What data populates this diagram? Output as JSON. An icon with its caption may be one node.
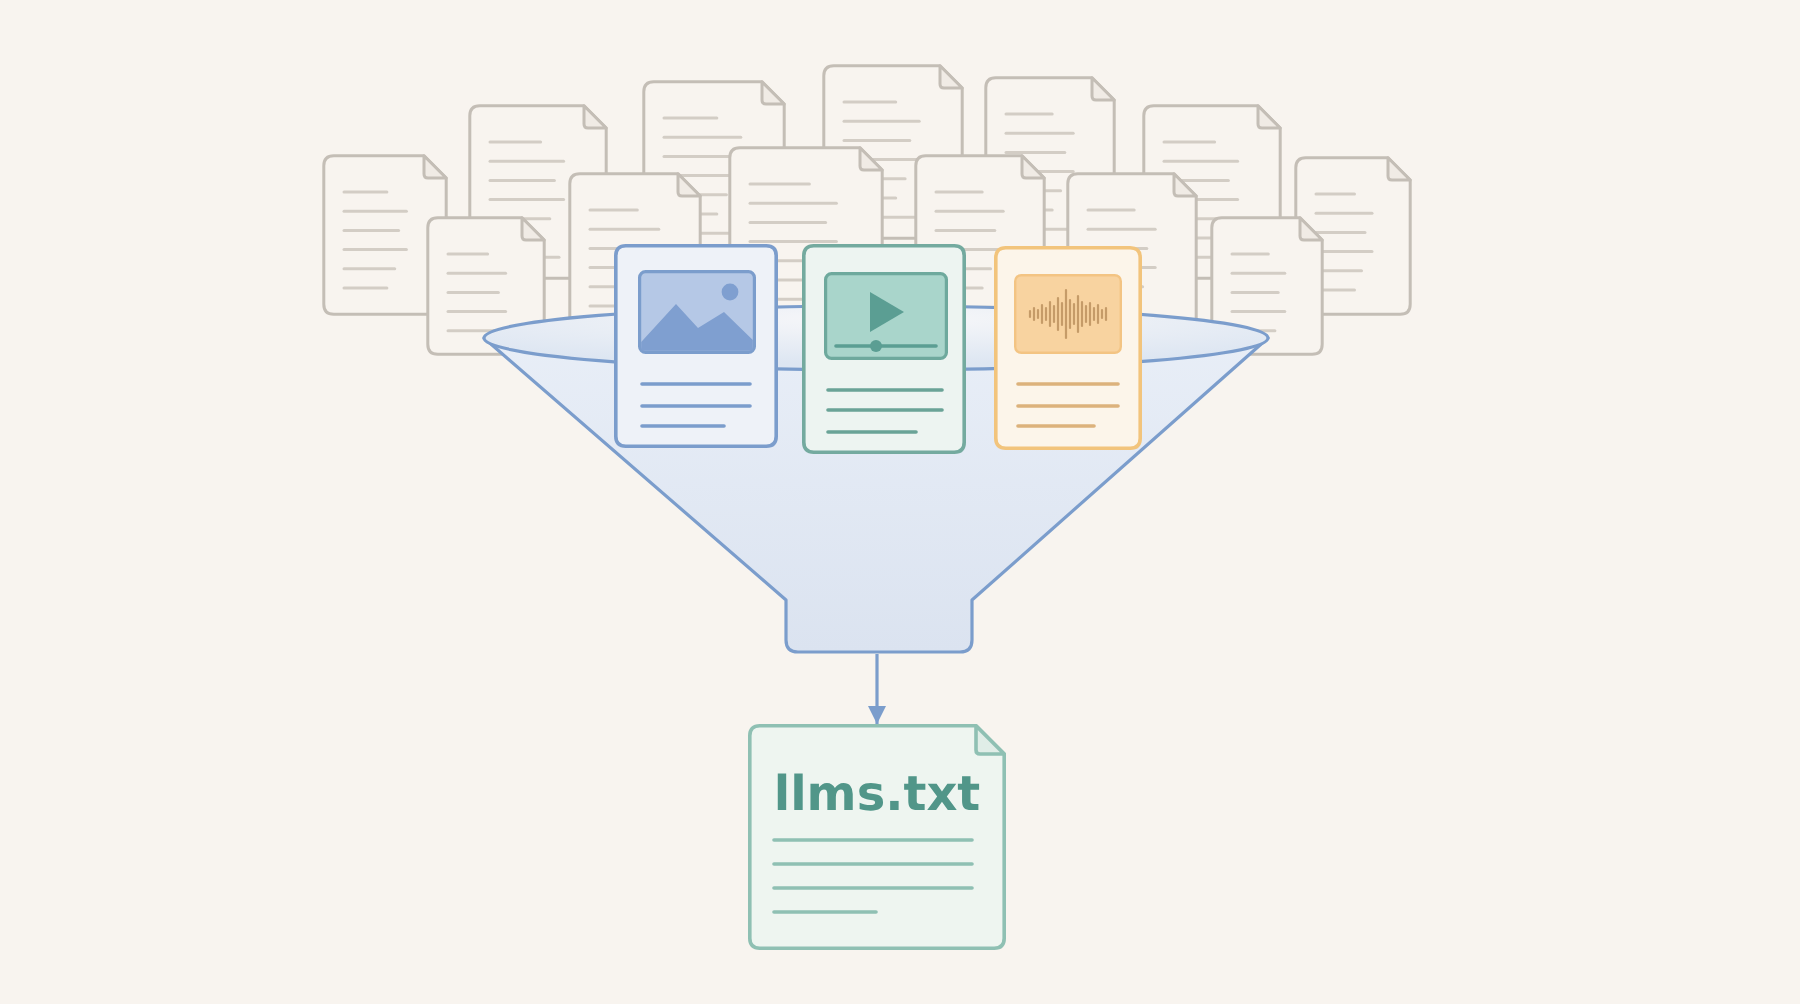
{
  "diagram": {
    "nodes": [
      {
        "text": [],
        "shape": "document"
      },
      {
        "text": [],
        "shape": "document"
      },
      {
        "text": [],
        "shape": "document"
      },
      {
        "text": [],
        "shape": "document"
      },
      {
        "text": [],
        "shape": "document"
      },
      {
        "text": [],
        "shape": "document"
      },
      {
        "text": [],
        "shape": "document"
      },
      {
        "text": [],
        "shape": "document"
      },
      {
        "text": [],
        "shape": "document"
      },
      {
        "text": [],
        "shape": "document"
      },
      {
        "text": [],
        "shape": "document"
      },
      {
        "text": [],
        "shape": "document"
      },
      {
        "text": [],
        "shape": "document"
      },
      {
        "text": [],
        "shape": "funnel"
      },
      {
        "text": [],
        "shape": "document"
      },
      {
        "text": [],
        "shape": "document"
      },
      {
        "text": [],
        "shape": "document"
      },
      {
        "text": [
          "llms.txt"
        ]
      }
    ],
    "edges": [
      {
        "from": 13,
        "to": 17,
        "arrow": "to"
      }
    ]
  }
}
